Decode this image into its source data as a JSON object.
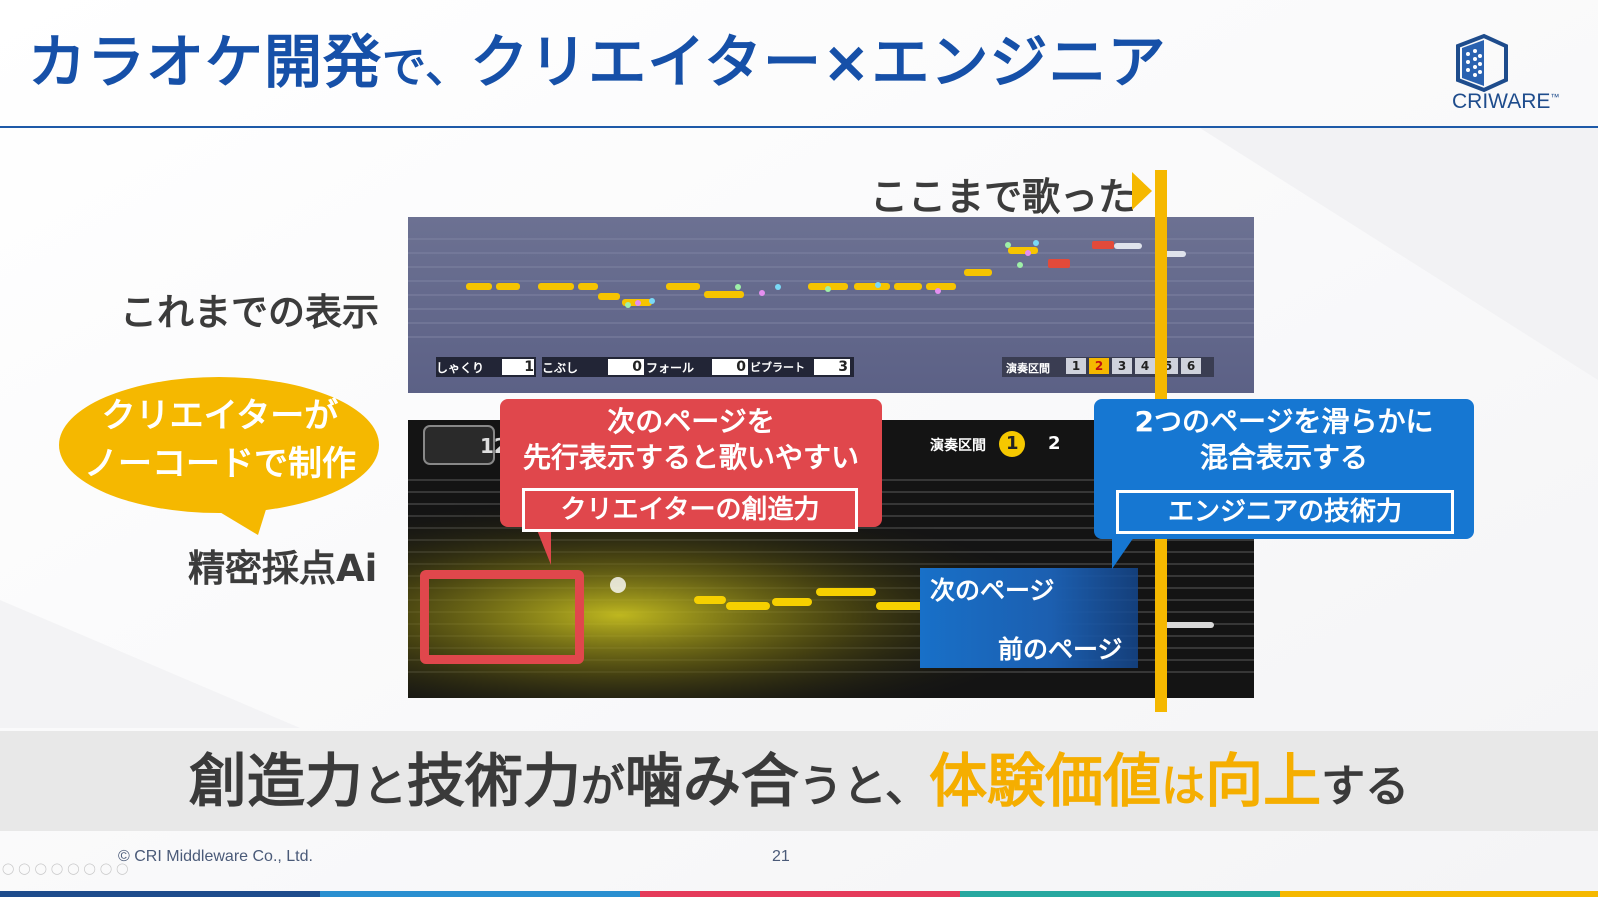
{
  "slide": {
    "title_part1": "カラオケ開発",
    "title_part2": "で、",
    "title_part3": "クリエイター×エンジニア",
    "logo_text": "CRIWARE",
    "logo_tm": "™",
    "sung_label": "ここまで歌った",
    "label_old": "これまでの表示",
    "label_new": "精密採点Ai",
    "bubble_line1": "クリエイターが",
    "bubble_line2": "ノーコードで制作",
    "callout_red": {
      "line1": "次のページを",
      "line2": "先行表示すると歌いやすい",
      "box": "クリエイターの創造力"
    },
    "callout_blue": {
      "line1": "2つのページを滑らかに",
      "line2": "混合表示する",
      "box": "エンジニアの技術力"
    },
    "next_page": "次のページ",
    "prev_page": "前のページ",
    "banner": {
      "p1": "創造力",
      "p2": "と",
      "p3": "技術力",
      "p4": "が",
      "p5": "噛み合",
      "p6": "うと、",
      "p7": "体験価値",
      "p8": "は",
      "p9": "向上",
      "p10": "する"
    },
    "copyright": "© CRI Middleware Co., Ltd.",
    "page_number": "21"
  },
  "old_screen": {
    "stats": [
      {
        "label": "しゃくり",
        "value": "1"
      },
      {
        "label": "こぶし",
        "value": "0"
      },
      {
        "label": "フォール",
        "value": "0"
      },
      {
        "label": "ビブラート",
        "value": "3"
      }
    ],
    "section_label": "演奏区間",
    "sections": [
      "1",
      "2",
      "3",
      "4",
      "5",
      "6"
    ],
    "current_section": "2"
  },
  "new_screen": {
    "score_partial": "12",
    "section_label": "演奏区間",
    "sections": [
      "1",
      "2"
    ],
    "current_section": "1"
  },
  "colors": {
    "brand_blue": "#1650a8",
    "accent_gold": "#f5b800",
    "callout_red": "#e0474c",
    "callout_blue": "#1677d2"
  }
}
